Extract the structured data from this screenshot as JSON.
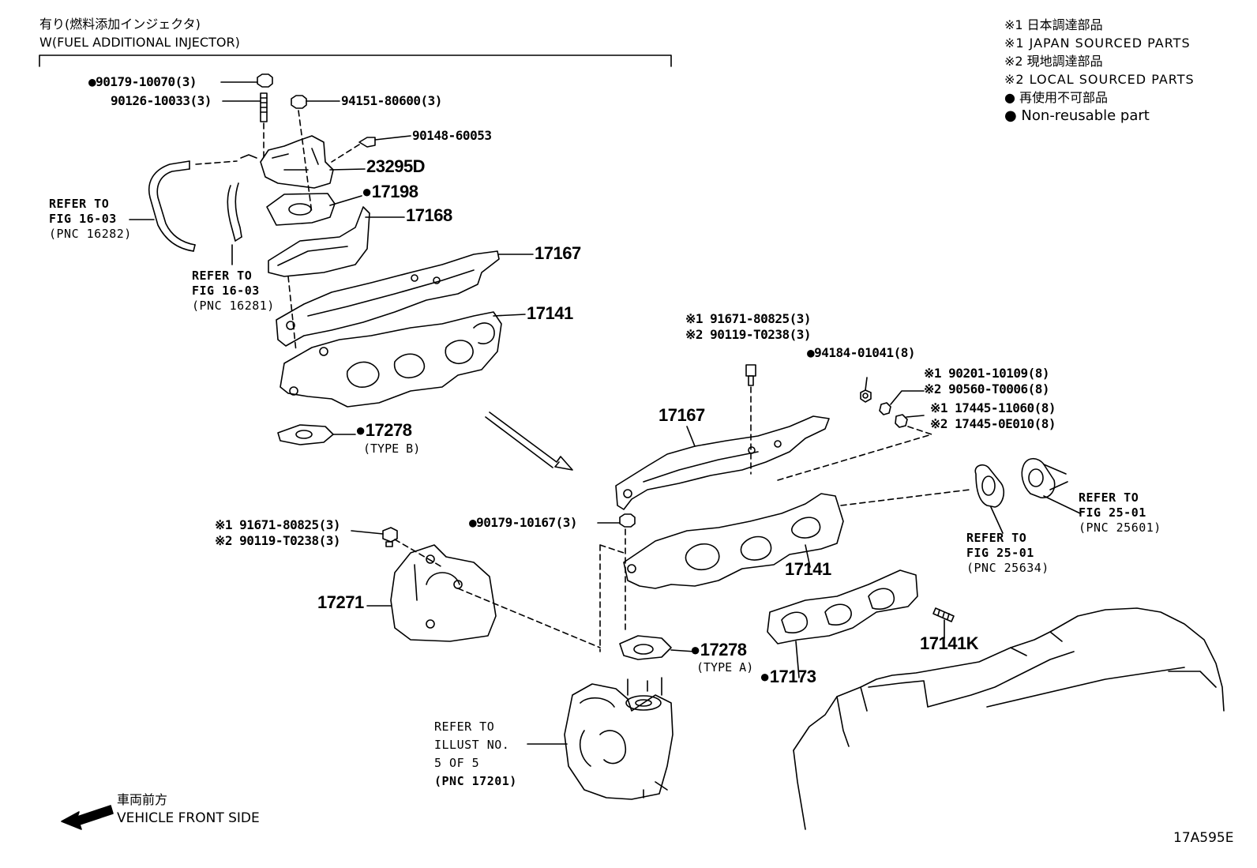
{
  "header": {
    "line1": "有り(燃料添加インジェクタ)",
    "line2": "W(FUEL ADDITIONAL INJECTOR)"
  },
  "legend": {
    "jp_japan": "※1 日本調達部品",
    "en_japan": "※1 JAPAN SOURCED PARTS",
    "jp_local": "※2 現地調達部品",
    "en_local": "※2 LOCAL SOURCED PARTS",
    "jp_nonreusable": "● 再使用不可部品",
    "en_nonreusable": "● Non-reusable part"
  },
  "parts": {
    "p90179_10070": "●90179-10070(3)",
    "p90126_10033": "90126-10033(3)",
    "p94151_80600": "94151-80600(3)",
    "p90148_60053": "90148-60053",
    "p23295D": "23295D",
    "p17198": "●17198",
    "p17168": "17168",
    "p17167_top": "17167",
    "p17141_top": "17141",
    "p17278_b": "●17278",
    "p17278_b_type": "(TYPE B)",
    "p91671_top": "※1 91671-80825(3)",
    "p90119_top": "※2 90119-T0238(3)",
    "p94184": "●94184-01041(8)",
    "p90201": "※1 90201-10109(8)",
    "p90560": "※2 90560-T0006(8)",
    "p17445_1": "※1 17445-11060(8)",
    "p17445_2": "※2 17445-0E010(8)",
    "p17167_bot": "17167",
    "p90179_10167": "●90179-10167(3)",
    "p91671_left": "※1 91671-80825(3)",
    "p90119_left": "※2 90119-T0238(3)",
    "p17271": "17271",
    "p17141_bot": "17141",
    "p17278_a": "●17278",
    "p17278_a_type": "(TYPE A)",
    "p17173": "●17173",
    "p17141K": "17141K"
  },
  "refs": {
    "ref_16282": [
      "REFER TO",
      "FIG 16-03",
      "(PNC 16282)"
    ],
    "ref_16281": [
      "REFER TO",
      "FIG 16-03",
      "(PNC 16281)"
    ],
    "ref_25601": [
      "REFER TO",
      "FIG 25-01",
      "(PNC 25601)"
    ],
    "ref_25634": [
      "REFER TO",
      "FIG 25-01",
      "(PNC 25634)"
    ],
    "ref_17201": [
      "REFER TO",
      "ILLUST NO.",
      "5 OF 5",
      "(PNC 17201)"
    ]
  },
  "front": {
    "jp": "車両前方",
    "en": "VEHICLE FRONT SIDE"
  },
  "figure_id": "17A595E"
}
